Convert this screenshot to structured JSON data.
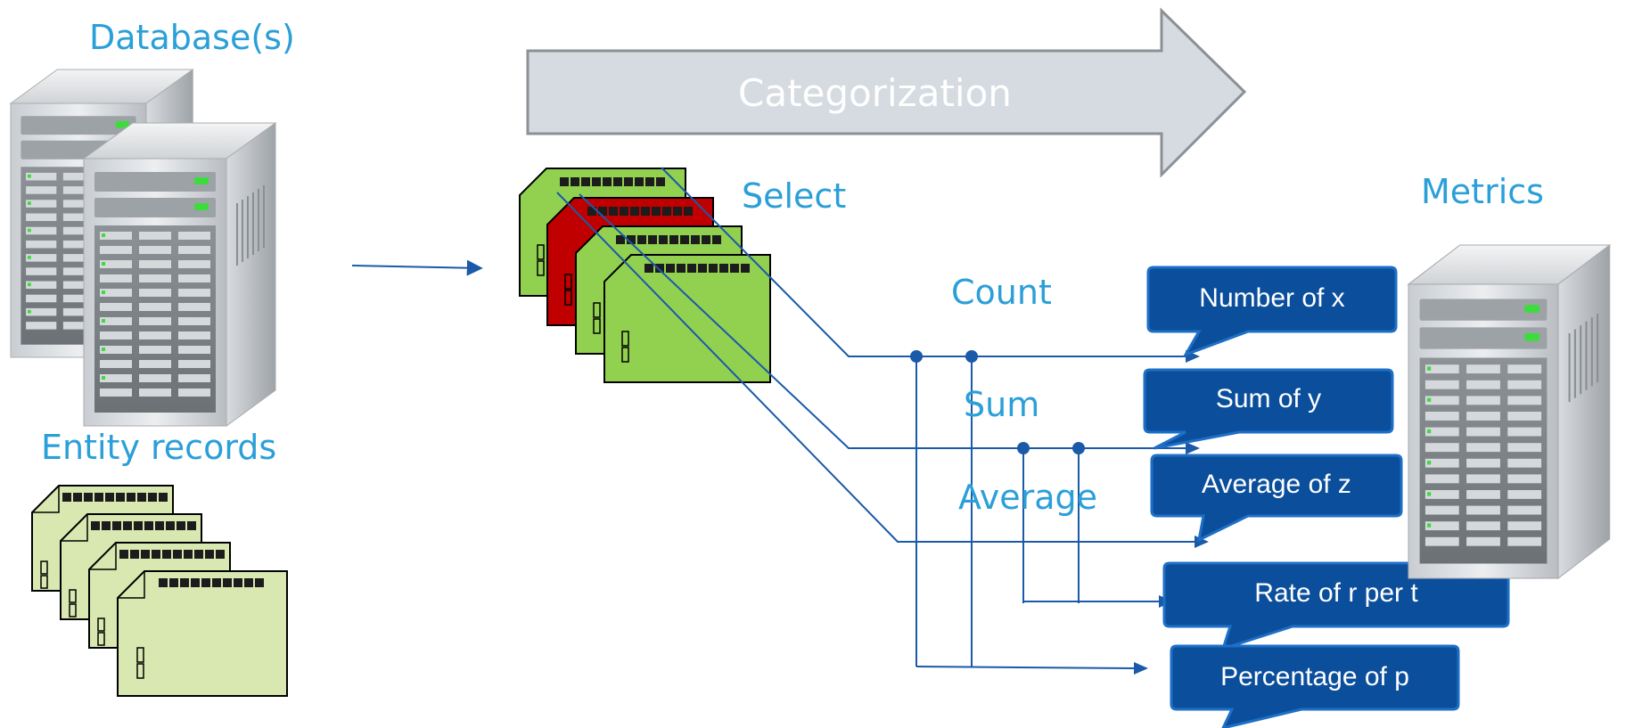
{
  "labels": {
    "databases": "Database(s)",
    "entity_records": "Entity records",
    "categorization": "Categorization",
    "select": "Select",
    "metrics": "Metrics",
    "count": "Count",
    "sum": "Sum",
    "average": "Average"
  },
  "callouts": [
    {
      "text": "Number of  x"
    },
    {
      "text": "Sum of y"
    },
    {
      "text": "Average of z"
    },
    {
      "text": "Rate of r per t"
    },
    {
      "text": "Percentage of p"
    }
  ],
  "colors": {
    "label_blue": "#2b9fd8",
    "callout_fill": "#0b4f9c",
    "callout_border": "#1e6fc6",
    "line": "#1a5aa8",
    "arrow_fill": "#d5dbe0",
    "record_light": "#d8e8b0",
    "record_green": "#92d050",
    "record_red": "#c00000"
  }
}
